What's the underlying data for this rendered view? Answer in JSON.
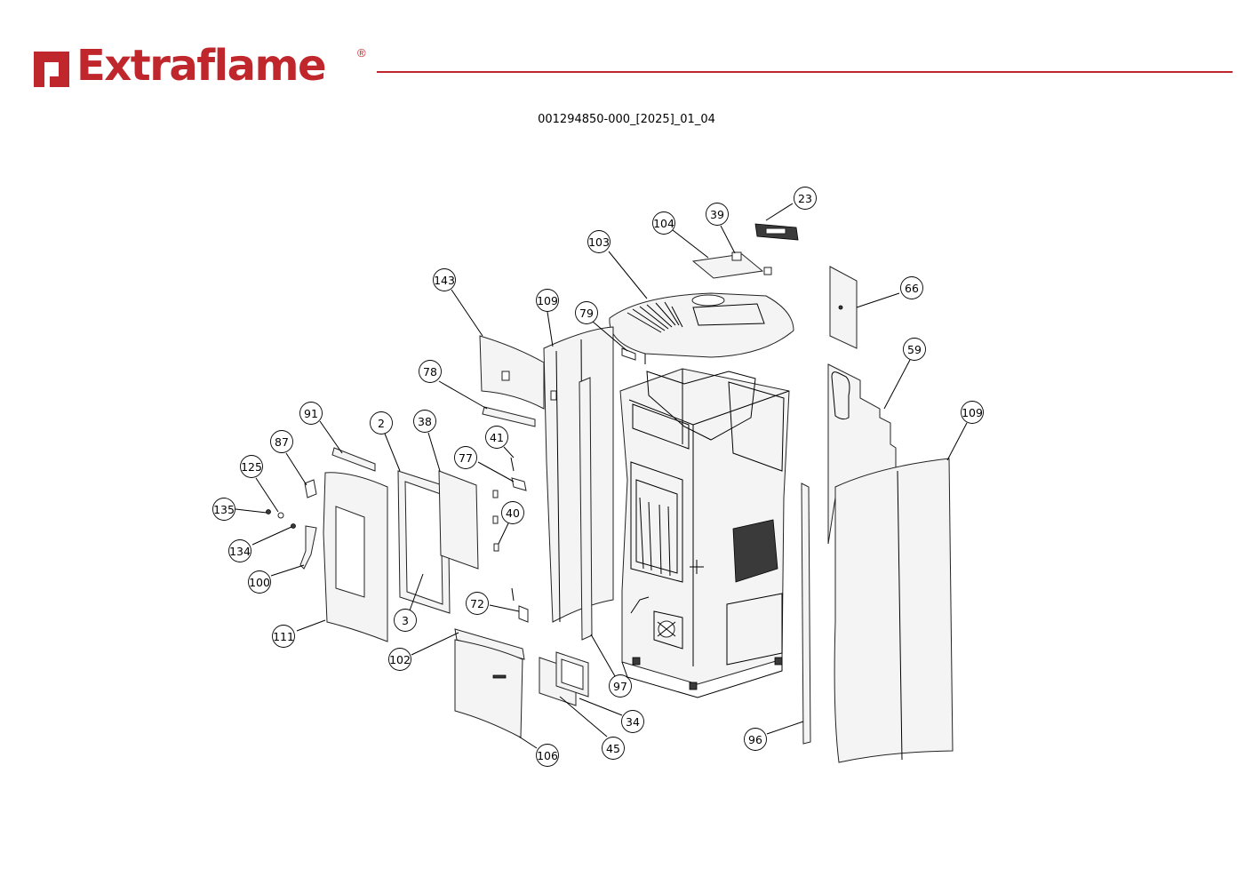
{
  "brand": {
    "name": "Extraflame",
    "mark": "®",
    "color": "#c0272d"
  },
  "document": {
    "number": "001294850-000_[2025]_01_04"
  },
  "callouts": [
    "23",
    "39",
    "104",
    "103",
    "66",
    "143",
    "109",
    "79",
    "59",
    "109",
    "78",
    "91",
    "2",
    "38",
    "87",
    "41",
    "77",
    "125",
    "135",
    "40",
    "134",
    "100",
    "72",
    "3",
    "111",
    "102",
    "97",
    "34",
    "96",
    "45",
    "106"
  ]
}
